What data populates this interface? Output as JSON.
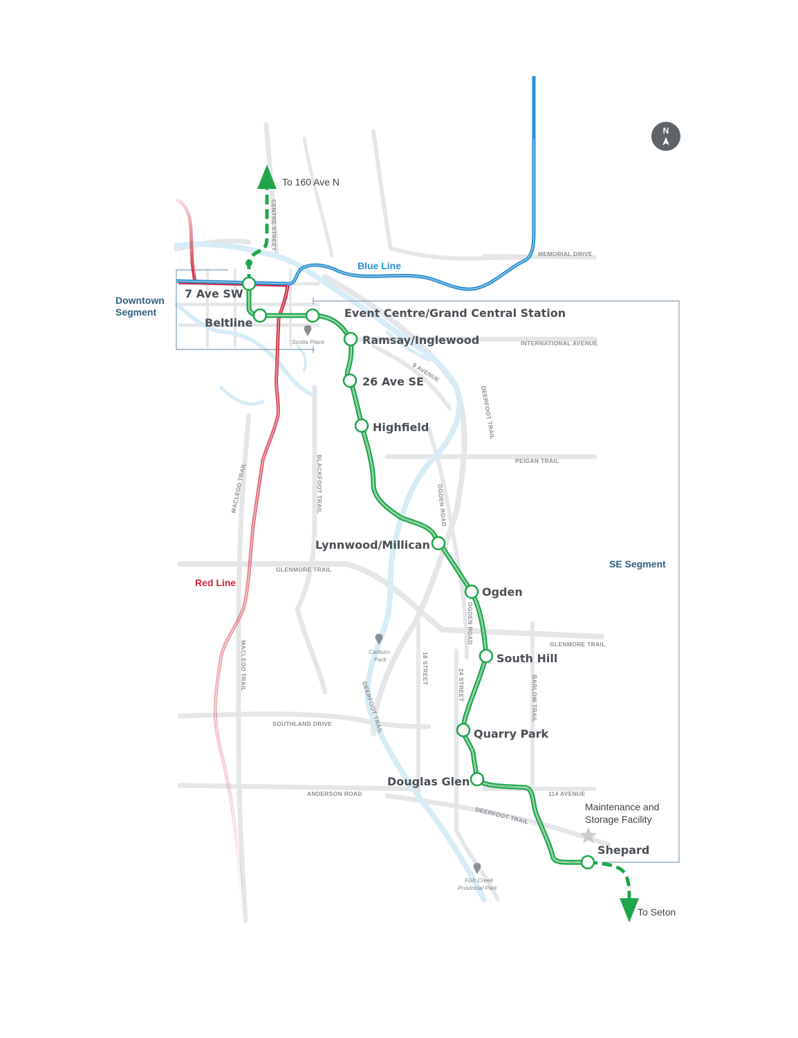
{
  "map": {
    "directions": {
      "north": "To 160 Ave N",
      "south": "To Seton"
    },
    "segments": {
      "downtown_line1": "Downtown",
      "downtown_line2": "Segment",
      "se": "SE Segment"
    },
    "lines": {
      "blue": "Blue Line",
      "red": "Red Line"
    },
    "compass": "N",
    "stations": [
      "7 Ave SW",
      "Beltline",
      "Event Centre/Grand Central Station",
      "Ramsay/Inglewood",
      "26 Ave SE",
      "Highfield",
      "Lynnwood/Millican",
      "Ogden",
      "South Hill",
      "Quarry Park",
      "Douglas Glen",
      "Shepard"
    ],
    "facility_line1": "Maintenance and",
    "facility_line2": "Storage Facility",
    "roads": {
      "centre_street": "CENTRE STREET",
      "memorial_drive": "MEMORIAL DRIVE",
      "international_avenue": "INTERNATIONAL AVENUE",
      "nine_avenue": "9 AVENUE",
      "deerfoot_trail_north": "DEERFOOT TRAIL",
      "peigan_trail": "PEIGAN TRAIL",
      "blackfoot_trail": "BLACKFOOT TRAIL",
      "macleod_trail_north": "MACLEOD TRAIL",
      "ogden_road_north": "OGDEN ROAD",
      "glenmore_trail_west": "GLENMORE TRAIL",
      "glenmore_trail_east": "GLENMORE TRAIL",
      "ogden_road_south": "OGDEN ROAD",
      "eighteen_street": "18 STREET",
      "twentyfour_street": "24 STREET",
      "barlow_trail": "BARLOW TRAIL",
      "macleod_trail_south": "MACLEOD TRAIL",
      "deerfoot_trail_middle": "DEERFOOT TRAIL",
      "southland_drive": "SOUTHLAND DRIVE",
      "anderson_road": "ANDERSON ROAD",
      "one14_avenue": "114 AVENUE",
      "deerfoot_trail_south": "DEERFOOT TRAIL"
    },
    "places": {
      "scotia_place": "Scotia Place",
      "carburn_line1": "Carburn",
      "carburn_line2": "Park",
      "fish_creek_line1": "Fish Creek",
      "fish_creek_line2": "Provincial Park"
    },
    "colors": {
      "green_line": "#1fa64a",
      "blue_line": "#2a8fd0",
      "red_line": "#d2243c",
      "segment_box": "#7f9db3",
      "segment_label": "#2f5f7e"
    }
  }
}
